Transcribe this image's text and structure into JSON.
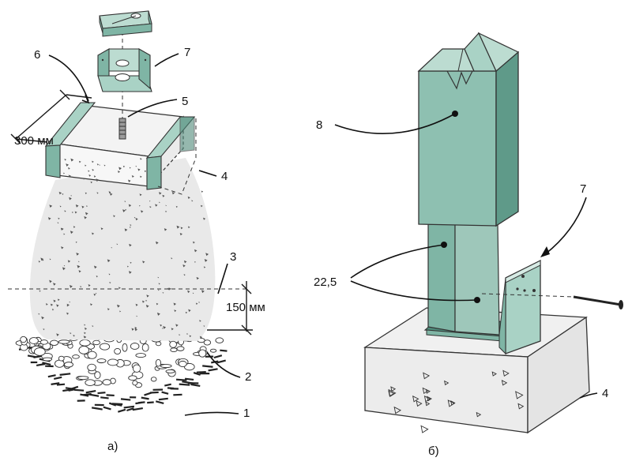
{
  "colors": {
    "metal": "#7fb5a5",
    "metal_dark": "#4f8a7a",
    "metal_light": "#a9d2c5",
    "concrete": "#ececec",
    "concrete_side": "#f6f6f6",
    "gravel_outline": "#333333"
  },
  "figure_a": {
    "caption": "а)",
    "callouts": {
      "c1": "1",
      "c2": "2",
      "c3": "3",
      "c4": "4",
      "c5": "5",
      "c6": "6",
      "c7": "7"
    },
    "dimension_width": "300 мм",
    "dimension_depth": "150 мм"
  },
  "figure_b": {
    "caption": "б)",
    "callouts": {
      "c8": "8",
      "c7": "7",
      "c22_5": "22,5",
      "c4": "4"
    }
  }
}
